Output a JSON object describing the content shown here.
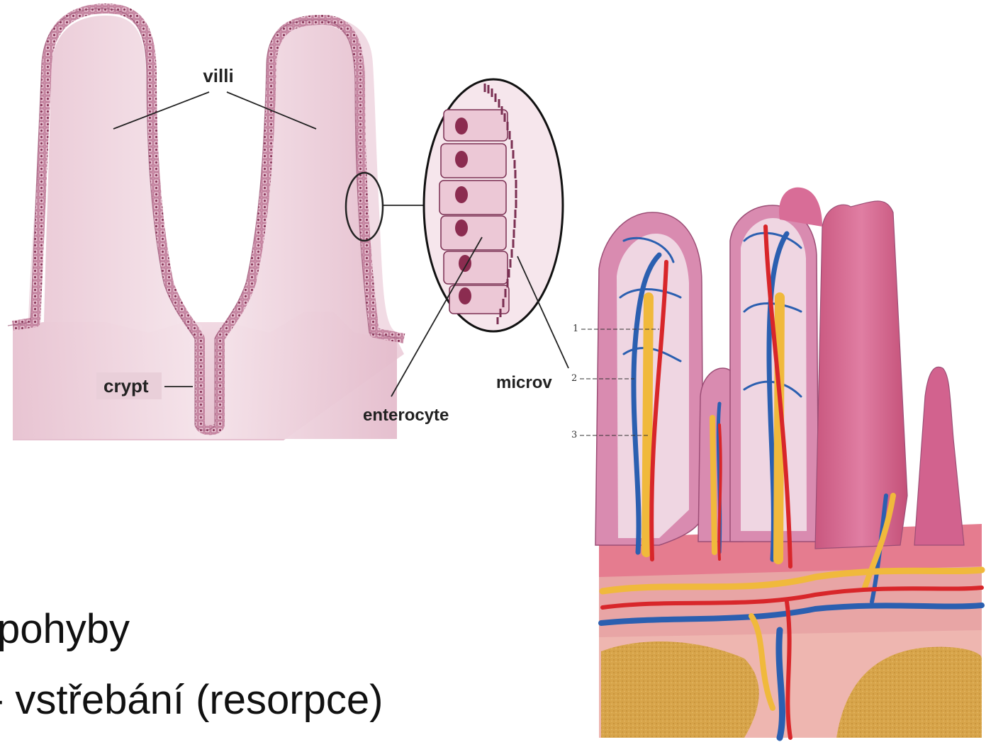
{
  "diagram": {
    "labels": {
      "villi": "villi",
      "crypt": "crypt",
      "enterocyte": "enterocyte",
      "microv": "microv"
    },
    "illustration_numbers": [
      "1",
      "2",
      "3"
    ]
  },
  "text_lines": [
    "pohyby",
    "- vstřebání (resorpce)"
  ],
  "colors": {
    "epithelium": "#c98aa6",
    "villus_fill": "#f0d8e2",
    "artery": "#d8262a",
    "vein": "#2b5fb0",
    "lymph": "#f0b93c",
    "tissue": "#d66a90"
  }
}
